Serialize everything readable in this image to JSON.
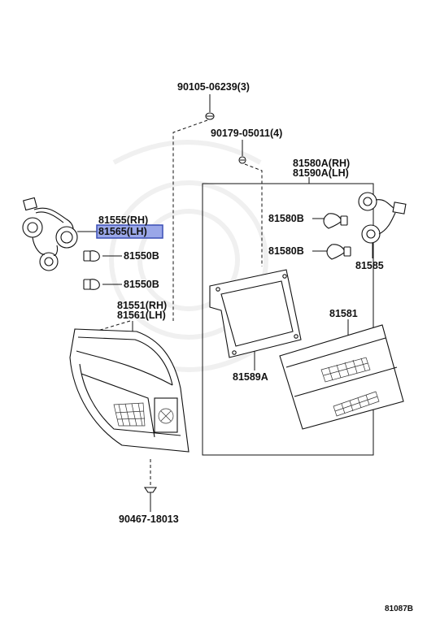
{
  "labels": {
    "screw_top": "90105-06239(3)",
    "screw_mid": "90179-05011(4)",
    "lens_box_rh": "81580A(RH)",
    "lens_box_lh": "81590A(LH)",
    "socket_rh": "81555(RH)",
    "socket_lh": "81565(LH)",
    "bulb_1": "81580B",
    "bulb_2": "81580B",
    "bulb_3": "81550B",
    "bulb_4": "81550B",
    "socket_right": "81585",
    "lamp_rh": "81551(RH)",
    "lamp_lh": "81561(LH)",
    "lens": "81581",
    "gasket": "81589A",
    "clip": "90467-18013",
    "diagram_id": "81087B"
  },
  "highlight_color": "#9aa7e8"
}
